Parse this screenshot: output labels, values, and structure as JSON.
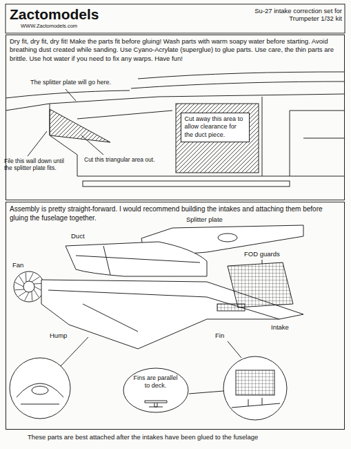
{
  "diagram": {
    "title": "Zactomodels",
    "nodes": [
      {
        "text": [
          "Dry fit, dry fit, dry fit! Make the parts fit before gluing! Wash parts with warm soapy water before starting. Avoid breathing dust created while sanding. Use Cyano-Acrylate (superglue) to glue parts. Use care, the thin parts are brittle. Use hot water if you need to fix any warps. Have fun!"
        ]
      },
      {
        "text": [
          "Cut away this area to allow clearance for the duct piece."
        ],
        "in": 0
      },
      {
        "text": [
          "Assembly is pretty straight-forward. I would recommend building the intakes and attaching them before gluing the fuselage together."
        ]
      },
      {
        "text": [
          "Fins are parallel to deck."
        ],
        "in": 2
      }
    ],
    "labels": [
      "WWW.Zactomodels.com",
      "Su-27 intake correction set for Trumpeter 1/32 kit",
      "The splitter plate will go here.",
      "File this wall down until the splitter plate fits.",
      "Cut this triangular area out.",
      "Splitter plate",
      "Duct",
      "FOD guards",
      "Fan",
      "Intake",
      "Hump",
      "Fin",
      "These parts are best attached after the intakes have been glued to the fuselage"
    ]
  }
}
